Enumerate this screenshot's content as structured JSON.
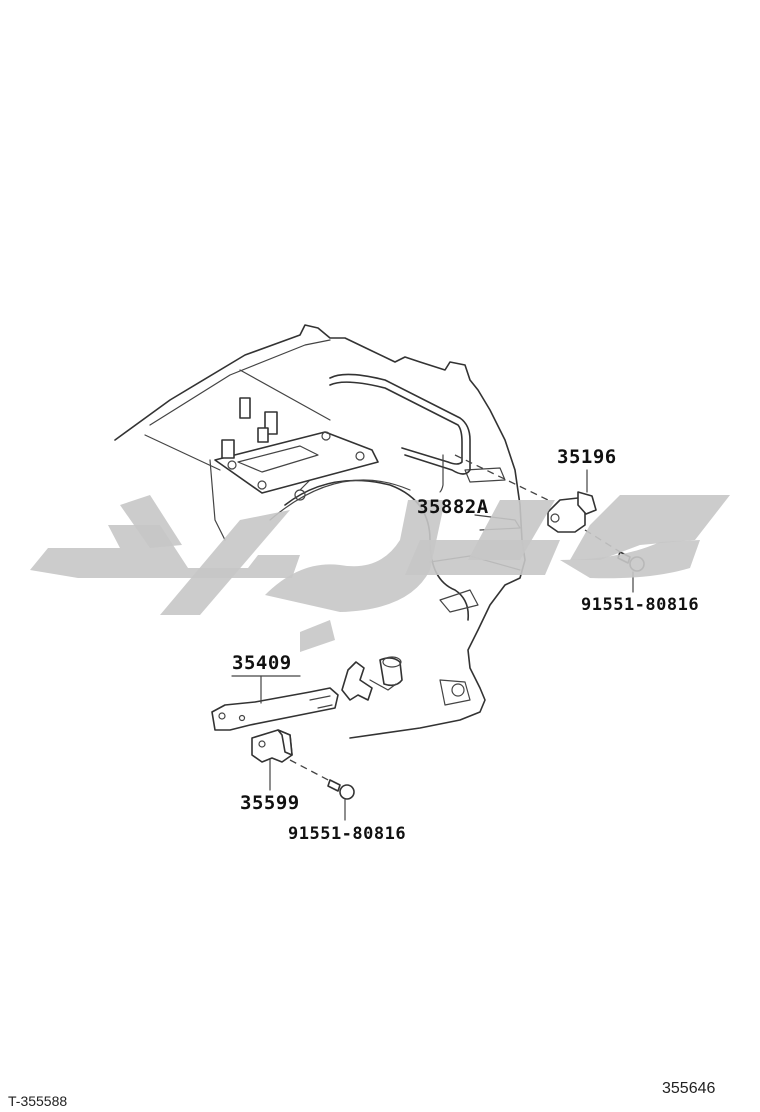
{
  "parts": {
    "p35196": "35196",
    "p35882a": "35882A",
    "p91551_upper": "91551-80816",
    "p35409": "35409",
    "p35599": "35599",
    "p91551_lower": "91551-80816"
  },
  "footer": {
    "left_code": "T-355588",
    "right_code": "355646"
  },
  "watermark_color": "#c7c7c7"
}
